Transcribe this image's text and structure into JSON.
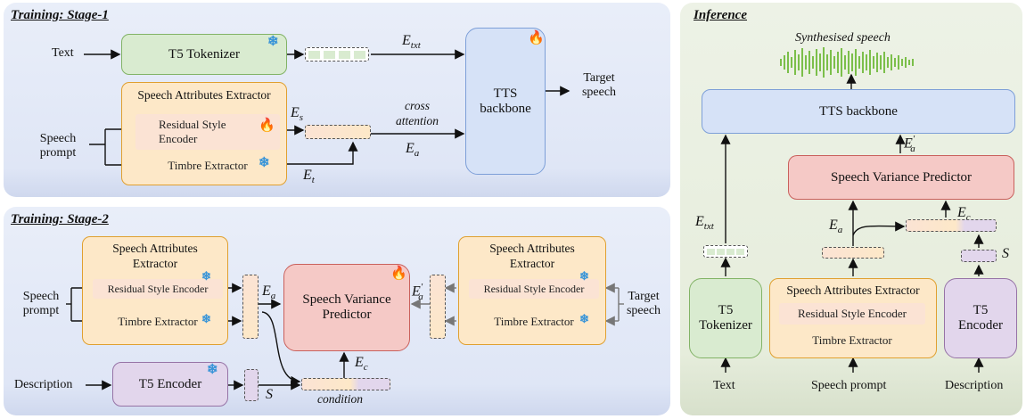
{
  "stage1": {
    "title": "Training: Stage-1",
    "input_text": "Text",
    "input_speech": "Speech prompt",
    "t5_tokenizer": "T5 Tokenizer",
    "sae_title": "Speech Attributes Extractor",
    "residual_style_encoder": "Residual Style Encoder",
    "timbre_extractor": "Timbre Extractor",
    "tts_backbone": "TTS backbone",
    "target_speech": "Target speech",
    "cross_attention": "cross attention",
    "e_txt": {
      "base": "E",
      "sub": "txt"
    },
    "e_s": {
      "base": "E",
      "sub": "s"
    },
    "e_t": {
      "base": "E",
      "sub": "t"
    },
    "e_a": {
      "base": "E",
      "sub": "a"
    }
  },
  "stage2": {
    "title": "Training: Stage-2",
    "input_speech": "Speech prompt",
    "input_description": "Description",
    "sae_title": "Speech Attributes Extractor",
    "residual_style_encoder": "Residual Style Encoder",
    "timbre_extractor": "Timbre Extractor",
    "svp": "Speech Variance Predictor",
    "t5_encoder": "T5 Encoder",
    "target_speech": "Target speech",
    "condition": "condition",
    "e_a": {
      "base": "E",
      "sub": "a"
    },
    "e_a_prime": {
      "base": "E",
      "sub": "a",
      "sup": "′"
    },
    "e_c": {
      "base": "E",
      "sub": "c"
    },
    "s": "S"
  },
  "inference": {
    "title": "Inference",
    "synth_speech": "Synthesised speech",
    "tts_backbone": "TTS backbone",
    "svp": "Speech Variance Predictor",
    "t5_tokenizer": "T5 Tokenizer",
    "sae_title": "Speech Attributes Extractor",
    "residual_style_encoder": "Residual Style Encoder",
    "timbre_extractor": "Timbre Extractor",
    "t5_encoder": "T5 Encoder",
    "input_text": "Text",
    "input_speech": "Speech prompt",
    "input_description": "Description",
    "e_txt": {
      "base": "E",
      "sub": "txt"
    },
    "e_a": {
      "base": "E",
      "sub": "a"
    },
    "e_a_prime": {
      "base": "E",
      "sub": "a",
      "sup": "′"
    },
    "e_c": {
      "base": "E",
      "sub": "c"
    },
    "s": "S"
  },
  "icons": {
    "frozen": "snowflake-icon",
    "trainable": "fire-icon",
    "frozen_glyph": "❄",
    "trainable_glyph": "🔥"
  },
  "colors": {
    "tokenizer": "#d9ebd0",
    "extractor": "#fde8c8",
    "backbone": "#d6e2f7",
    "predictor": "#f5c9c6",
    "encoder": "#e2d6ec"
  }
}
